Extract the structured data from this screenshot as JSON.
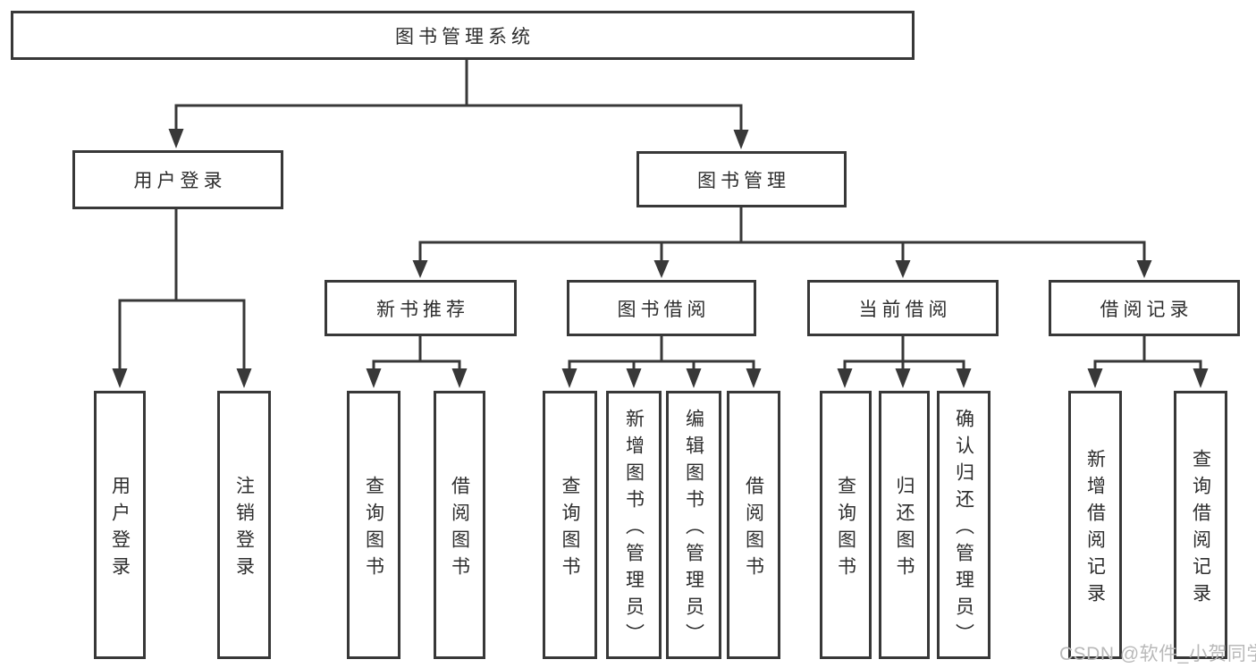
{
  "diagram_title": "图书管理系统",
  "watermark": {
    "text": "CSDN @软件_小贺同学"
  },
  "colors": {
    "line": "#383838",
    "text": "#2d2d2d",
    "background": "#ffffff",
    "watermark": "#b9b9b9"
  },
  "tree": {
    "root": {
      "label": "图书管理系统",
      "children": [
        {
          "label": "用户登录",
          "children": [
            {
              "label": "用户登录"
            },
            {
              "label": "注销登录"
            }
          ]
        },
        {
          "label": "图书管理",
          "children": [
            {
              "label": "新书推荐",
              "children": [
                {
                  "label": "查询图书"
                },
                {
                  "label": "借阅图书"
                }
              ]
            },
            {
              "label": "图书借阅",
              "children": [
                {
                  "label": "查询图书"
                },
                {
                  "label": "新增图书（管理员）"
                },
                {
                  "label": "编辑图书（管理员）"
                },
                {
                  "label": "借阅图书"
                }
              ]
            },
            {
              "label": "当前借阅",
              "children": [
                {
                  "label": "查询图书"
                },
                {
                  "label": "归还图书"
                },
                {
                  "label": "确认归还（管理员）"
                }
              ]
            },
            {
              "label": "借阅记录",
              "children": [
                {
                  "label": "新增借阅记录"
                },
                {
                  "label": "查询借阅记录"
                }
              ]
            }
          ]
        }
      ]
    }
  }
}
